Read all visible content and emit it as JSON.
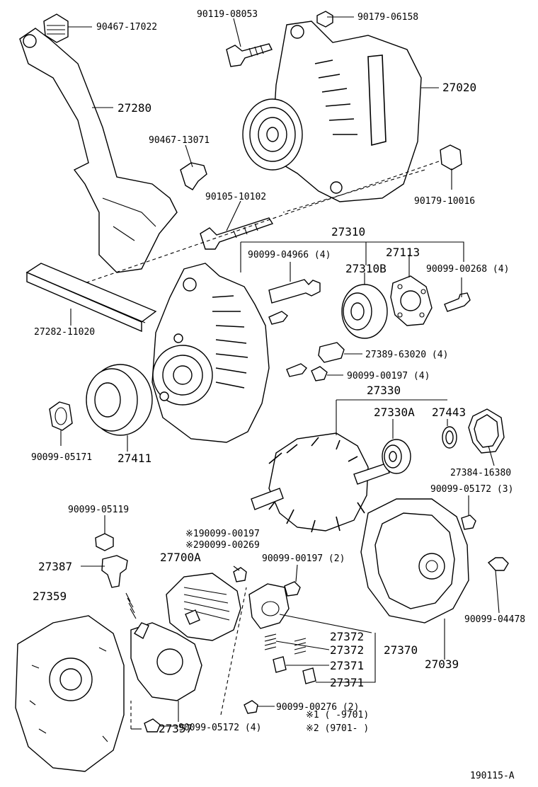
{
  "labels": {
    "p90467_17022": "90467-17022",
    "p90119_08053": "90119-08053",
    "p90179_06158": "90179-06158",
    "p27020": "27020",
    "p27280": "27280",
    "p90467_13071": "90467-13071",
    "p90179_10016": "90179-10016",
    "p90105_10102": "90105-10102",
    "p27310": "27310",
    "p90099_04966": "90099-04966 (4)",
    "p27113": "27113",
    "p27310B": "27310B",
    "p90099_00268": "90099-00268 (4)",
    "p27282_11020": "27282-11020",
    "p27389_63020": "27389-63020 (4)",
    "p90099_00197_4": "90099-00197 (4)",
    "p27330": "27330",
    "p27330A": "27330A",
    "p27443": "27443",
    "p90099_05171": "90099-05171",
    "p27411": "27411",
    "p27384_16380": "27384-16380",
    "p90099_05172_3": "90099-05172 (3)",
    "p90099_05119": "90099-05119",
    "p1_90099_00197": "※190099-00197",
    "p2_90099_00269": "※290099-00269",
    "p27387": "27387",
    "p27700A": "27700A",
    "p90099_00197_2": "90099-00197 (2)",
    "p90099_04478": "90099-04478",
    "p27359": "27359",
    "p27372a": "27372",
    "p27372b": "27372",
    "p27370": "27370",
    "p27371a": "27371",
    "p27371b": "27371",
    "p27039": "27039",
    "p90099_00276": "90099-00276 (2)",
    "p27357": "27357",
    "p90099_05172_4": "90099-05172 (4)",
    "note1": "※1 (     -9701)",
    "note2": "※2 (9701-     )",
    "figure_id": "190115-A"
  }
}
